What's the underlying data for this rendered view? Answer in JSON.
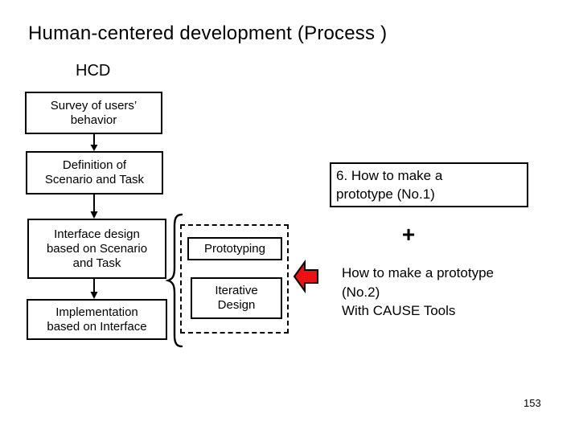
{
  "page": {
    "title": "Human-centered development (Process )",
    "page_number": "153"
  },
  "diagram": {
    "hcd_label": "HCD",
    "flow_boxes": [
      {
        "id": "survey",
        "text": "Survey of users’\nbehavior"
      },
      {
        "id": "definition",
        "text": "Definition of\nScenario and Task"
      },
      {
        "id": "interface-design",
        "text": "Interface design\nbased on Scenario\nand Task"
      },
      {
        "id": "implementation",
        "text": "Implementation\nbased on Interface"
      }
    ],
    "dashed_group": {
      "prototyping_label": "Prototyping",
      "iterative_design_label": "Iterative\nDesign"
    },
    "annotations": {
      "note_box_text": "6. How to make a\nprototype (No.1)",
      "plus_symbol": "+",
      "note_text": "How to make a prototype\n(No.2)\nWith CAUSE Tools"
    },
    "colors": {
      "arrow_red": "#ee1111",
      "line_black": "#000000"
    }
  }
}
